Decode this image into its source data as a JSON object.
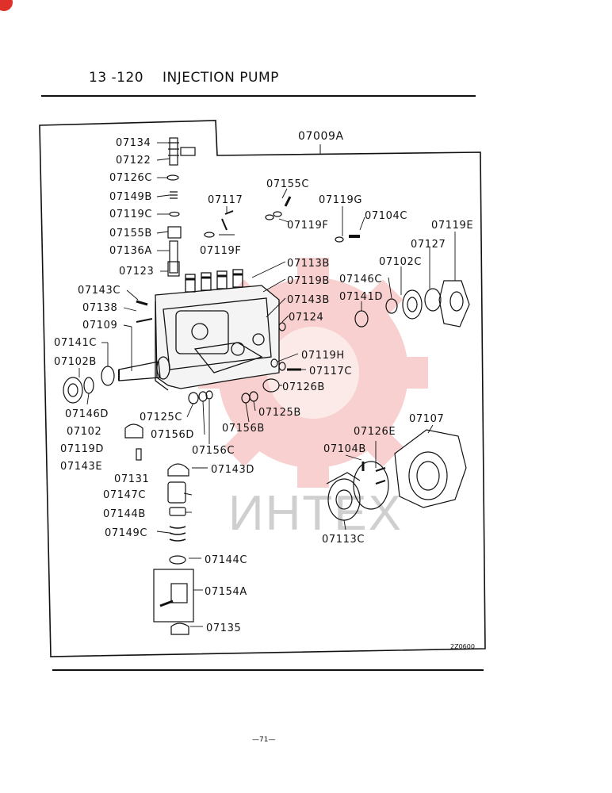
{
  "header": {
    "section": "13 -120",
    "title": "INJECTION PUMP"
  },
  "assembly": "07009A",
  "watermark": "ИНТЕХ",
  "drawing_code": "2Z0600",
  "page_number": "—71—",
  "brand_color": "#e0302a",
  "parts": {
    "p07134": "07134",
    "p07122": "07122",
    "p07126C": "07126C",
    "p07149B": "07149B",
    "p07119C": "07119C",
    "p07155B": "07155B",
    "p07136A": "07136A",
    "p07123": "07123",
    "p07143C": "07143C",
    "p07138": "07138",
    "p07109": "07109",
    "p07141C": "07141C",
    "p07102B": "07102B",
    "p07146D": "07146D",
    "p07125C": "07125C",
    "p07156D": "07156D",
    "p07102": "07102",
    "p07119D": "07119D",
    "p07143E": "07143E",
    "p07156C": "07156C",
    "p07131": "07131",
    "p07143D": "07143D",
    "p07147C": "07147C",
    "p07144B": "07144B",
    "p07149C": "07149C",
    "p07144C": "07144C",
    "p07154A": "07154A",
    "p07135": "07135",
    "p07117": "07117",
    "p07155C": "07155C",
    "p07119F_a": "07119F",
    "p07119F_b": "07119F",
    "p07119G": "07119G",
    "p07104C": "07104C",
    "p07119E": "07119E",
    "p07127": "07127",
    "p07102C": "07102C",
    "p07113B": "07113B",
    "p07119B": "07119B",
    "p07146C": "07146C",
    "p07143B": "07143B",
    "p07141D": "07141D",
    "p07124": "07124",
    "p07119H": "07119H",
    "p07117C": "07117C",
    "p07126B": "07126B",
    "p07125B": "07125B",
    "p07156B": "07156B",
    "p07107": "07107",
    "p07126E": "07126E",
    "p07104B": "07104B",
    "p07113C": "07113C"
  }
}
